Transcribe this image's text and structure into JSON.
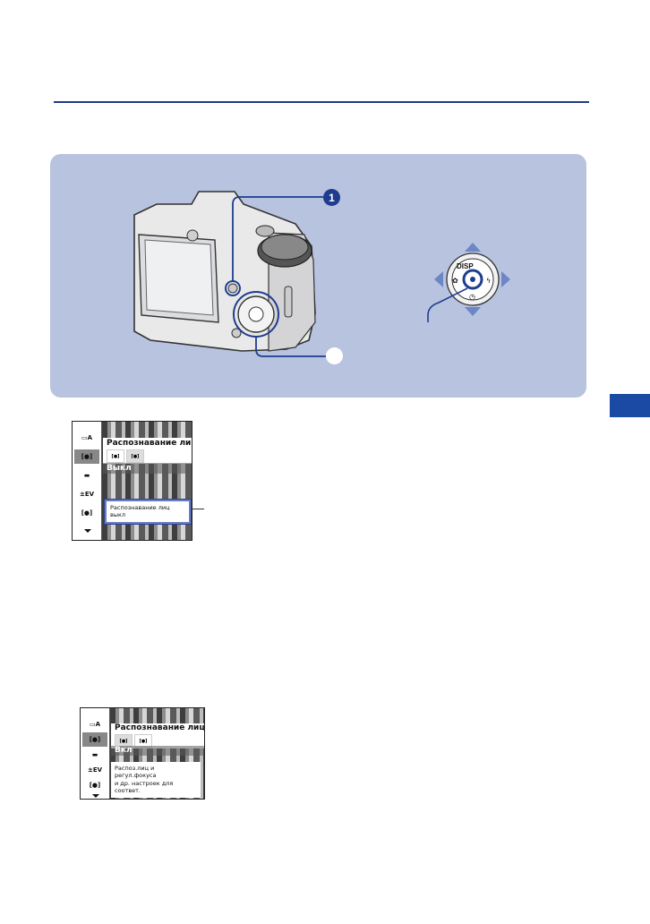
{
  "colors": {
    "accent": "#1e3d8f",
    "panel": "#b8c3df",
    "side_tab": "#1b4aa5"
  },
  "callouts": {
    "one": "1",
    "two": ""
  },
  "dial": {
    "top": "DISP"
  },
  "screen1": {
    "title": "Распознавание лиц",
    "options": [
      "[●]\nON",
      "[●]\nOFF"
    ],
    "value": "Выкл",
    "description": "Распознавание лиц выкл"
  },
  "screen2": {
    "title": "Распознавание лиц",
    "options": [
      "[●]\nON",
      "[●]\nOFF"
    ],
    "value": "Вкл",
    "description_line1": "Распоз.лиц и регул.фокуса",
    "description_line2": "и др. настроек для соответ."
  },
  "icons": [
    "scene-icon",
    "face-detect-icon",
    "image-size-icon",
    "ev-icon",
    "focus-icon"
  ]
}
